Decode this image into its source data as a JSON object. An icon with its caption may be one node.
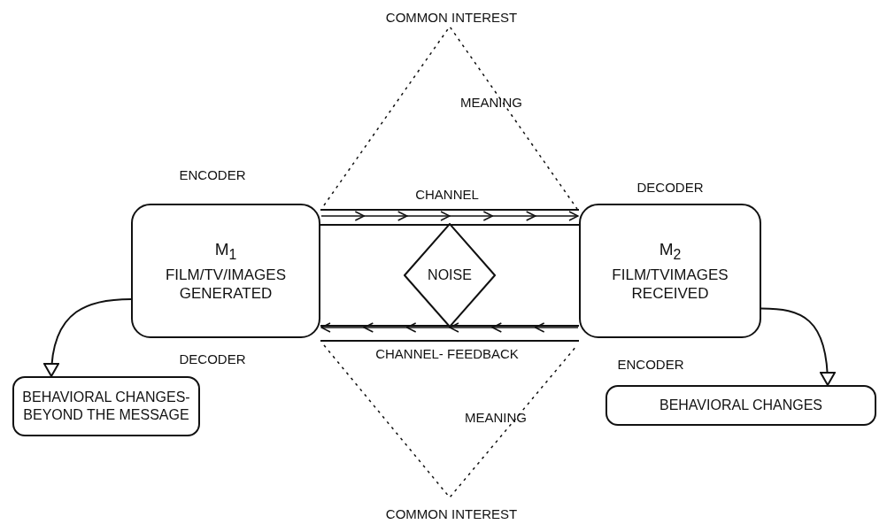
{
  "diagram": {
    "nodes": [
      {
        "text": [
          "M$_{1}$",
          "FILM/TV/IMAGES GENERATED"
        ],
        "beside": [
          "ENCODER",
          "DECODER"
        ]
      },
      {
        "text": [],
        "shape": "box"
      },
      {
        "text": [
          "NOISE"
        ],
        "in": 1
      },
      {
        "text": [
          "M$_{2}$",
          "FILM/TVIMAGES RECEIVED"
        ],
        "beside": [
          "DECODER",
          "ENCODER"
        ]
      },
      {
        "text": [
          "BEHAVIORAL CHANGES- BEYOND THE MESSAGE"
        ]
      },
      {
        "text": [
          "BEHAVIORAL CHANGES"
        ]
      }
    ],
    "edges": [
      {
        "from": 0,
        "to": 3,
        "arrow": "to",
        "label": "CHANNEL"
      },
      {
        "from": 3,
        "to": 0,
        "arrow": "to",
        "label": "CHANNEL- FEEDBACK"
      },
      {
        "from": 0,
        "to": 4,
        "arrow": "to"
      },
      {
        "from": 3,
        "to": 5,
        "arrow": "to"
      }
    ],
    "labels": [
      "COMMON INTEREST",
      "MEANING",
      "MEANING",
      "COMMON INTEREST"
    ]
  }
}
